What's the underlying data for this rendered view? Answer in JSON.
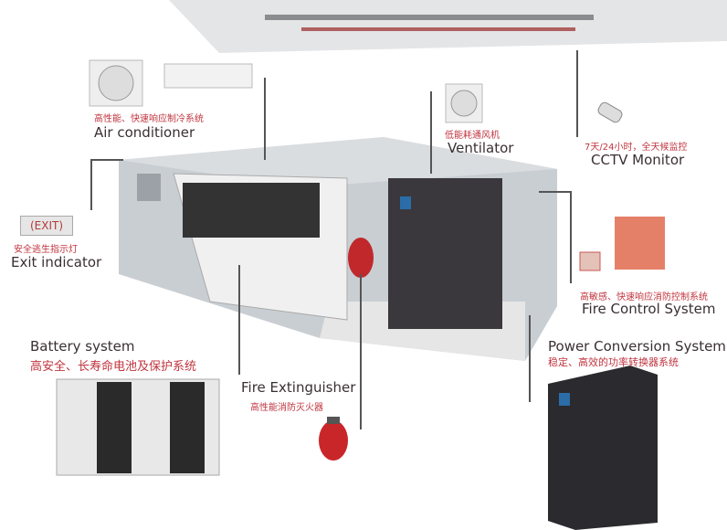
{
  "labels": {
    "air_conditioner": {
      "cn": "高性能、快速响应制冷系统",
      "en": "Air conditioner"
    },
    "exit_indicator": {
      "cn": "安全逃生指示灯",
      "en": "Exit indicator",
      "sign": "(EXIT)"
    },
    "ventilator": {
      "cn": "低能耗通风机",
      "en": "Ventilator"
    },
    "cctv": {
      "cn": "7天/24小时，全天候监控",
      "en": "CCTV Monitor"
    },
    "fire_control": {
      "cn": "高敏感、快速响应消防控制系统",
      "en": "Fire Control System"
    },
    "pcs": {
      "en": "Power Conversion System",
      "cn": "稳定、高效的功率转换器系统"
    },
    "battery": {
      "en": "Battery system",
      "cn": "高安全、长寿命电池及保护系统"
    },
    "fire_extinguisher": {
      "en": "Fire Extinguisher",
      "cn": "高性能消防灭火器"
    }
  },
  "colors": {
    "label_red": "#c0353f",
    "label_dark": "#3a2f33",
    "container": "#c9ced3",
    "cabinet": "#2b2a2e"
  }
}
